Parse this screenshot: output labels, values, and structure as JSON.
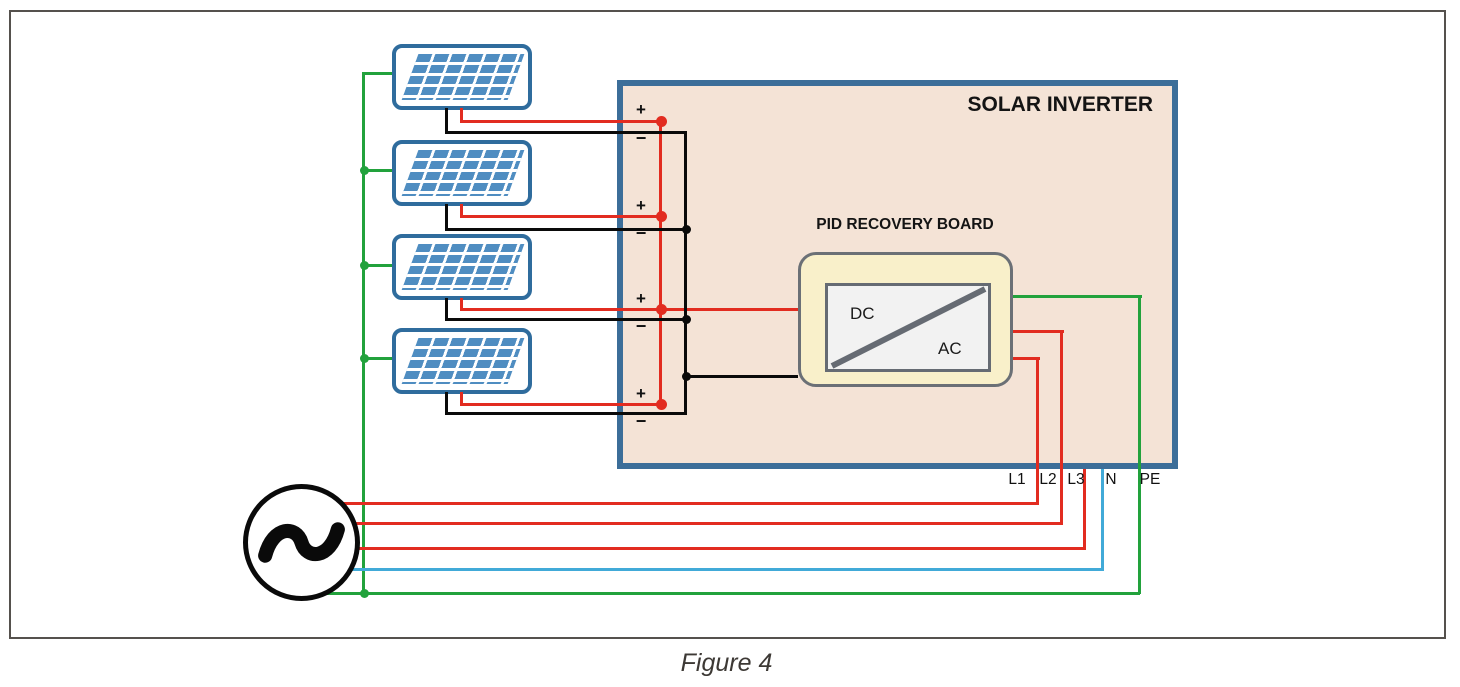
{
  "diagram": {
    "caption": "Figure 4",
    "inverter": {
      "title": "SOLAR INVERTER",
      "pid_board_label": "PID RECOVERY BOARD",
      "converter": {
        "dc": "DC",
        "ac": "AC"
      }
    },
    "dc_terminals": {
      "pairs": [
        {
          "plus": "+",
          "minus": "−"
        },
        {
          "plus": "+",
          "minus": "−"
        },
        {
          "plus": "+",
          "minus": "−"
        },
        {
          "plus": "+",
          "minus": "−"
        }
      ]
    },
    "ac_terminals": {
      "l1": "L1",
      "l2": "L2",
      "l3": "L3",
      "n": "N",
      "pe": "PE"
    },
    "colors": {
      "positive_wire": "#e22c20",
      "negative_wire": "#0a0a0a",
      "ground_wire": "#22a23c",
      "neutral_wire": "#41aad8",
      "inverter_border": "#3c6e99",
      "inverter_fill": "#f4e3d6",
      "pid_board_fill": "#f9f0ca",
      "panel_cell_blue": "#4f8dc1"
    }
  }
}
